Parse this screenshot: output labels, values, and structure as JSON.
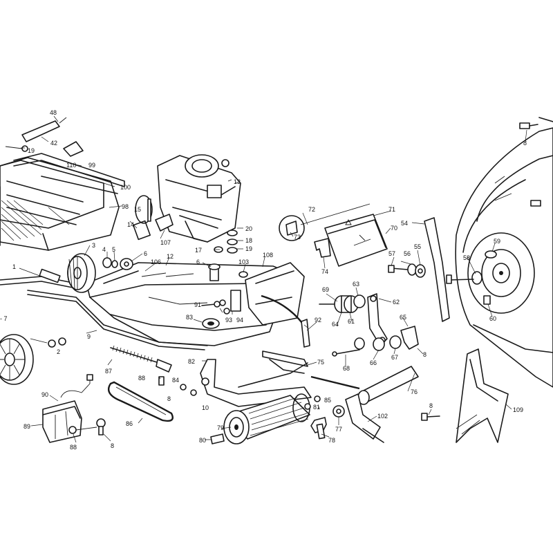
{
  "callouts": {
    "c48": "48",
    "c42": "42",
    "c19a": "19",
    "c99": "99",
    "c110": "110",
    "c100": "100",
    "c98": "98",
    "c13": "13",
    "c15": "15",
    "c14": "14",
    "c107": "107",
    "c20": "20",
    "c18": "18",
    "c17": "17",
    "c19b": "19",
    "c3": "3",
    "c4": "4",
    "c5": "5",
    "c6a": "6",
    "c1": "1",
    "c106": "106",
    "c12": "12",
    "c6b": "6",
    "c103": "103",
    "c108": "108",
    "c91": "91",
    "c93": "93",
    "c94": "94",
    "c83": "83",
    "c7": "- 7",
    "c9": "9",
    "c2": "2",
    "c87": "87",
    "c82": "82",
    "c88a": "88",
    "c84": "84",
    "c8a": "8",
    "c10": "10",
    "c90": "90",
    "c86": "86",
    "c89": "89",
    "c88b": "88",
    "c8b": "8",
    "c72": "72",
    "c71": "71",
    "c70": "70",
    "c73": "73",
    "c74": "74",
    "c54": "54",
    "c55": "55",
    "c57": "57",
    "c56": "56",
    "c69": "69",
    "c63": "63",
    "c62": "62",
    "c92": "92",
    "c64": "64",
    "c61": "61",
    "c65": "65",
    "c68": "68",
    "c66": "66",
    "c67": "67",
    "c8c": "8",
    "c75": "75",
    "c76": "76",
    "c81": "81",
    "c85": "85",
    "c79": "79",
    "c80": "80",
    "c78": "78",
    "c77": "77",
    "c102": "102",
    "c8d": "8",
    "c109": "109",
    "c8e": "8",
    "c59": "59",
    "c58": "58",
    "c60": "60"
  }
}
